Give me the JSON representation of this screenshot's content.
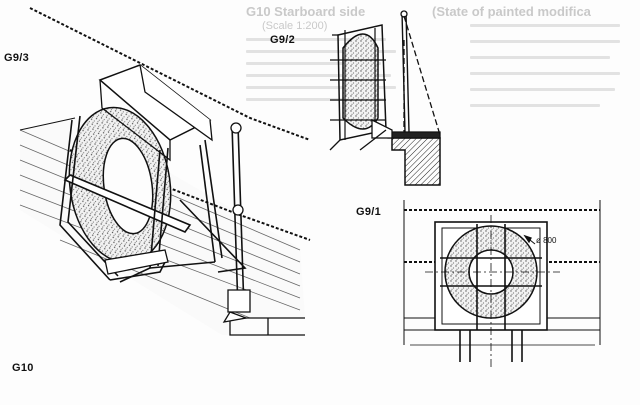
{
  "figure_labels": {
    "g9_3": "G9/3",
    "g9_2": "G9/2",
    "g9_1": "G9/1",
    "g10": "G10"
  },
  "dimension_label": "ø 800",
  "bleed_through_text": {
    "heading_left": "G10 Starboard side",
    "heading_right": "(State of painted modifica",
    "subheading": "(Scale 1:200)"
  }
}
